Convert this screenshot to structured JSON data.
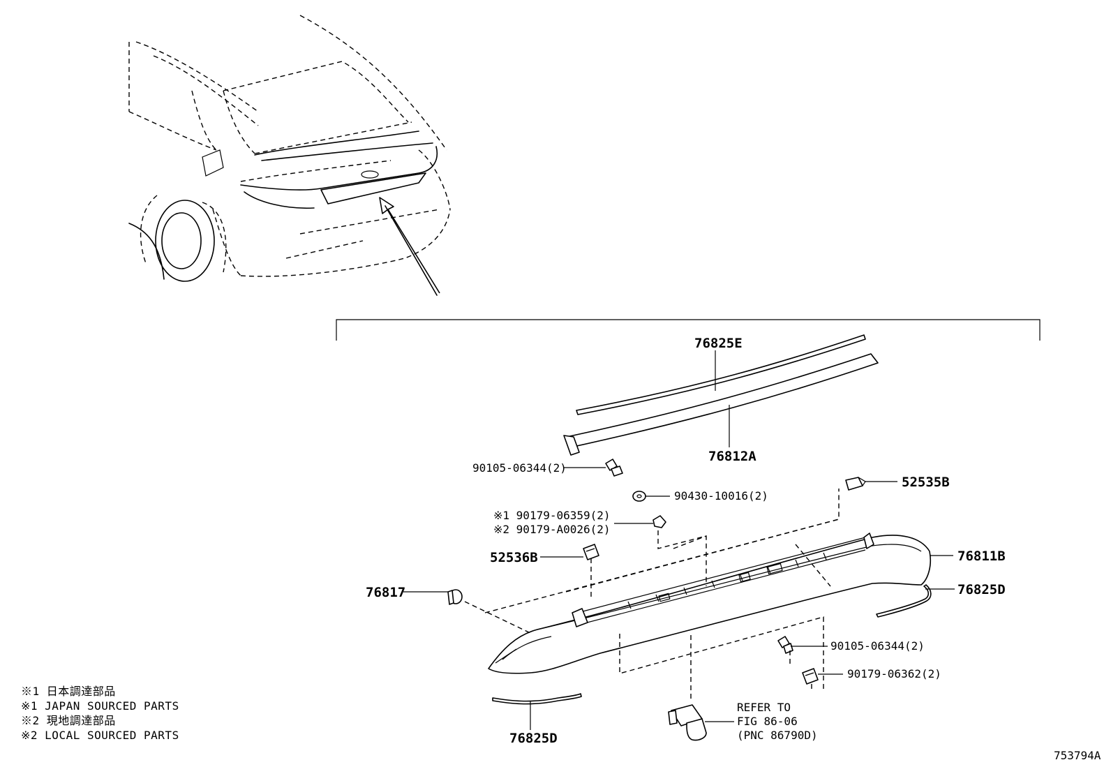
{
  "figure_id": "753794A",
  "notes": [
    "※1 日本調達部品",
    "※1 JAPAN SOURCED PARTS",
    "※2 現地調達部品",
    "※2 LOCAL SOURCED PARTS"
  ],
  "callouts": {
    "c76825E": "76825E",
    "c76812A": "76812A",
    "c90105a": "90105-06344(2)",
    "c90430": "90430-10016(2)",
    "c90179_1": "※1 90179-06359(2)",
    "c90179_2": "※2 90179-A0026(2)",
    "c52535B": "52535B",
    "c52536B": "52536B",
    "c76811B": "76811B",
    "c76817": "76817",
    "c76825D_right": "76825D",
    "c90105b": "90105-06344(2)",
    "c90179_06362": "90179-06362(2)",
    "c76825D_left": "76825D",
    "refer_1": "REFER TO",
    "refer_2": "FIG 86-06",
    "refer_3": "(PNC 86790D)"
  }
}
